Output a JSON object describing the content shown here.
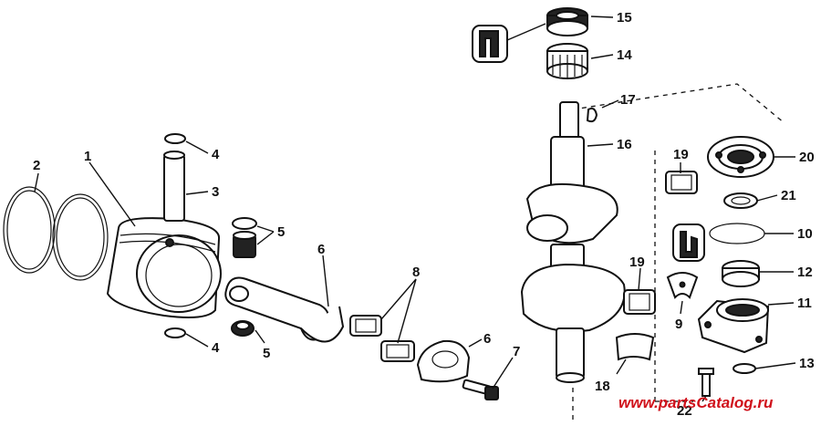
{
  "callouts": {
    "c1": "1",
    "c2": "2",
    "c3": "3",
    "c4a": "4",
    "c4b": "4",
    "c5a": "5",
    "c5b": "5",
    "c6a": "6",
    "c6b": "6",
    "c7": "7",
    "c8": "8",
    "c9": "9",
    "c10": "10",
    "c11": "11",
    "c12": "12",
    "c13": "13",
    "c14": "14",
    "c15": "15",
    "c16": "16",
    "c17": "17",
    "c18": "18",
    "c19a": "19",
    "c19b": "19",
    "c20": "20",
    "c21": "21",
    "c22": "22"
  },
  "watermark": "www.partsCatalog.ru",
  "colors": {
    "ink": "#111111",
    "watermark": "#d0111b",
    "paper": "#ffffff"
  }
}
